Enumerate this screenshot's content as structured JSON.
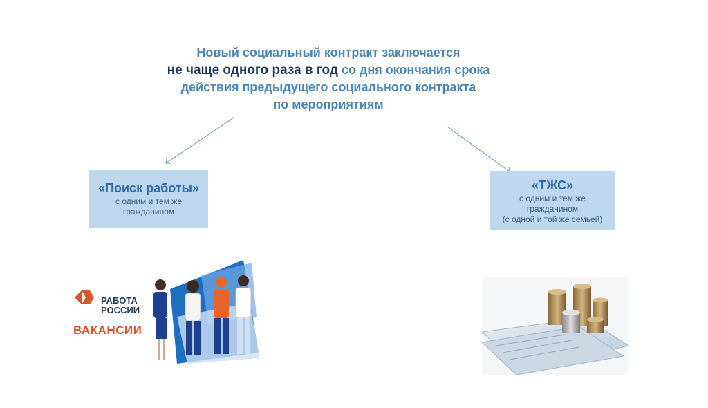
{
  "heading": {
    "line1": "Новый социальный контракт заключается",
    "line2_emphasis": "не чаще одного раза в год",
    "line2_rest": " со дня окончания срока",
    "line3": "действия предыдущего социального контракта",
    "line4": "по мероприятиям"
  },
  "left_box": {
    "title": "«Поиск работы»",
    "line1": "с одним и тем же",
    "line2": "гражданином"
  },
  "right_box": {
    "title": "«ТЖС»",
    "line1": "с одним и тем же",
    "line2": "гражданином",
    "line3": "(с одной и той же семьей)"
  },
  "left_illustration": {
    "logo_line1": "РАБОТА",
    "logo_line2": "РОССИИ",
    "caption": "ВАКАНСИИ"
  },
  "colors": {
    "accent_blue": "#4a86b4",
    "dark_navy": "#1f3a5a",
    "box_fill": "#bdd7ee",
    "logo_orange": "#d9552a"
  }
}
